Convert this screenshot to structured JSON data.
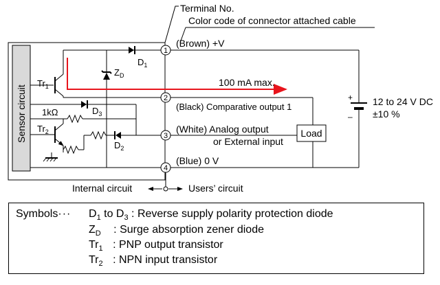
{
  "header": {
    "terminal_no": "Terminal No.",
    "color_code": "Color code of connector attached cable"
  },
  "circuit": {
    "sensor_circuit": "Sensor circuit",
    "tr1": "Tr",
    "tr1_sub": "1",
    "tr2": "Tr",
    "tr2_sub": "2",
    "d1": "D",
    "d1_sub": "1",
    "d2": "D",
    "d2_sub": "2",
    "d3": "D",
    "d3_sub": "3",
    "zd": "Z",
    "zd_sub": "D",
    "resistor_value": "1kΩ",
    "current_label": "100 mA max.",
    "load": "Load",
    "internal_circuit": "Internal circuit",
    "users_circuit": "Users’ circuit",
    "supply_plus": "+",
    "supply_minus": "–",
    "supply_voltage": "12 to 24 V DC",
    "supply_tolerance": "±10 %"
  },
  "terminals": [
    {
      "number": "1",
      "label": "(Brown) +V"
    },
    {
      "number": "2",
      "label": "(Black) Comparative output 1"
    },
    {
      "number": "3",
      "label": "(White) Analog output",
      "label2": "or External input"
    },
    {
      "number": "4",
      "label": "(Blue) 0 V"
    }
  ],
  "symbols": {
    "title": "Symbols",
    "dots": "···",
    "rows": [
      {
        "key": "D",
        "key_sub": "1",
        "key_mid": " to D",
        "key_sub2": "3",
        "desc": " : Reverse supply polarity protection diode"
      },
      {
        "key": "Z",
        "key_sub": "D",
        "desc": " : Surge absorption zener diode"
      },
      {
        "key": "Tr",
        "key_sub": "1",
        "desc": " : PNP output transistor"
      },
      {
        "key": "Tr",
        "key_sub": "2",
        "desc": " : NPN input transistor"
      }
    ]
  },
  "colors": {
    "current_arrow": "#e8141c",
    "sensor_box_fill": "#d9d9d9",
    "line": "#000000"
  }
}
